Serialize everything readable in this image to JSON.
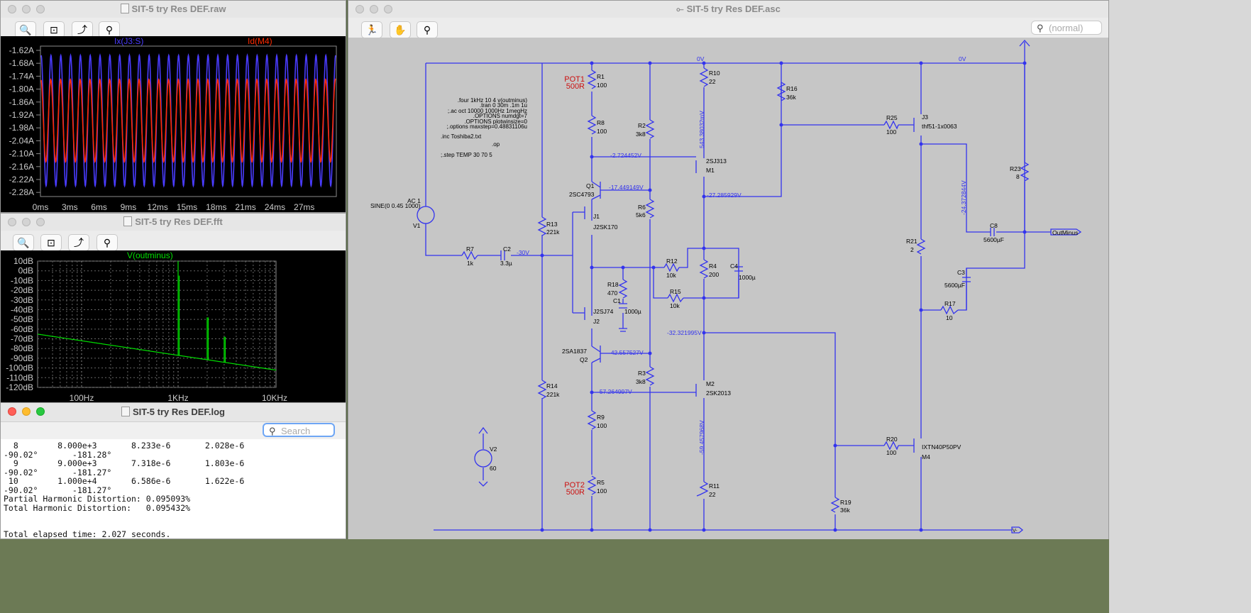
{
  "raw_window": {
    "title": "SIT-5 try Res DEF.raw",
    "traces": [
      {
        "label": "Ix(J3:S)",
        "color": "#4a3cff"
      },
      {
        "label": "Id(M4)",
        "color": "#ff2a00"
      }
    ],
    "y_ticks": [
      "-1.62A",
      "-1.68A",
      "-1.74A",
      "-1.80A",
      "-1.86A",
      "-1.92A",
      "-1.98A",
      "-2.04A",
      "-2.10A",
      "-2.16A",
      "-2.22A",
      "-2.28A"
    ],
    "x_ticks": [
      "0ms",
      "3ms",
      "6ms",
      "9ms",
      "12ms",
      "15ms",
      "18ms",
      "21ms",
      "24ms",
      "27ms"
    ]
  },
  "fft_window": {
    "title": "SIT-5 try Res DEF.fft",
    "trace": {
      "label": "V(outminus)",
      "color": "#00e000"
    },
    "y_ticks": [
      "10dB",
      "0dB",
      "-10dB",
      "-20dB",
      "-30dB",
      "-40dB",
      "-50dB",
      "-60dB",
      "-70dB",
      "-80dB",
      "-90dB",
      "-100dB",
      "-110dB",
      "-120dB"
    ],
    "x_ticks": [
      "100Hz",
      "1KHz",
      "10KHz"
    ]
  },
  "log_window": {
    "title": "SIT-5 try Res DEF.log",
    "search_placeholder": "Search",
    "lines": [
      "  8        8.000e+3       8.233e-6       2.028e-6",
      "-90.02°       -181.28°",
      "  9        9.000e+3       7.318e-6       1.803e-6",
      "-90.02°       -181.27°",
      " 10        1.000e+4       6.586e-6       1.622e-6",
      "-90.02°       -181.27°",
      "Partial Harmonic Distortion: 0.095093%",
      "Total Harmonic Distortion:   0.095432%",
      "",
      "",
      "Total elapsed time: 2.027 seconds."
    ]
  },
  "schematic_window": {
    "title": "SIT-5 try Res DEF.asc",
    "search_placeholder": "(normal)",
    "directives": [
      ".four 1kHz 10 4  v(outminus)",
      ".tran 0 30m .1m 1u",
      ";.ac oct 10000 1000Hz 1megHz",
      ".OPTIONS numdgt=7",
      ".OPTIONS plotwinsize=0",
      ";.options maxstep=0.48831106u",
      ".inc Toshiba2.txt",
      ".op",
      ";.step TEMP 30 70 5"
    ],
    "pots": [
      "POT1",
      "500R",
      "POT2",
      "500R"
    ],
    "resistors": [
      {
        "ref": "R1",
        "val": "100"
      },
      {
        "ref": "R8",
        "val": "100"
      },
      {
        "ref": "R2",
        "val": "3k8"
      },
      {
        "ref": "R6",
        "val": "5k6"
      },
      {
        "ref": "R10",
        "val": "22"
      },
      {
        "ref": "R16",
        "val": "36k"
      },
      {
        "ref": "R25",
        "val": "100"
      },
      {
        "ref": "R23",
        "val": "8"
      },
      {
        "ref": "R13",
        "val": "221k"
      },
      {
        "ref": "R7",
        "val": "1k"
      },
      {
        "ref": "R12",
        "val": "10k"
      },
      {
        "ref": "R4",
        "val": "200"
      },
      {
        "ref": "R15",
        "val": "10k"
      },
      {
        "ref": "R18",
        "val": "470"
      },
      {
        "ref": "R21",
        "val": "2"
      },
      {
        "ref": "R17",
        "val": "10"
      },
      {
        "ref": "R14",
        "val": "221k"
      },
      {
        "ref": "R3",
        "val": "3k8"
      },
      {
        "ref": "R9",
        "val": "100"
      },
      {
        "ref": "R5",
        "val": "100"
      },
      {
        "ref": "R11",
        "val": "22"
      },
      {
        "ref": "R19",
        "val": "36k"
      },
      {
        "ref": "R20",
        "val": "100"
      }
    ],
    "capacitors": [
      {
        "ref": "C2",
        "val": "3.3µ"
      },
      {
        "ref": "C4",
        "val": "1000µ"
      },
      {
        "ref": "C1",
        "val": "1000µ"
      },
      {
        "ref": "C8",
        "val": "5600µF"
      },
      {
        "ref": "C3",
        "val": "5600µF"
      }
    ],
    "semis": [
      {
        "ref": "Q1",
        "model": "2SC4793"
      },
      {
        "ref": "J1",
        "model": "J2SK170"
      },
      {
        "ref": "J2",
        "model": "J2SJ74"
      },
      {
        "ref": "Q2",
        "model": "2SA1837"
      },
      {
        "ref": "M1",
        "model": "2SJ313"
      },
      {
        "ref": "M2",
        "model": "2SK2013"
      },
      {
        "ref": "J3",
        "model": "thf51-1x0063"
      },
      {
        "ref": "M4",
        "model": "IXTN40P50PV"
      }
    ],
    "sources": [
      {
        "ref": "V1",
        "spec": "SINE(0 0.45 1000)",
        "ac": "AC 1"
      },
      {
        "ref": "V2",
        "val": "60"
      }
    ],
    "node_voltages": [
      "-2.724452V",
      "-17.449149V",
      "-27.285929V",
      "-30V",
      "-32.321995V",
      "-42.557527V",
      "-57.264997V"
    ],
    "rotated_voltages": [
      "543.38032mV",
      "-24.372844V",
      "-59.457968V"
    ],
    "net_labels": [
      "0V",
      "0V",
      "OutMinus",
      "V-"
    ]
  }
}
